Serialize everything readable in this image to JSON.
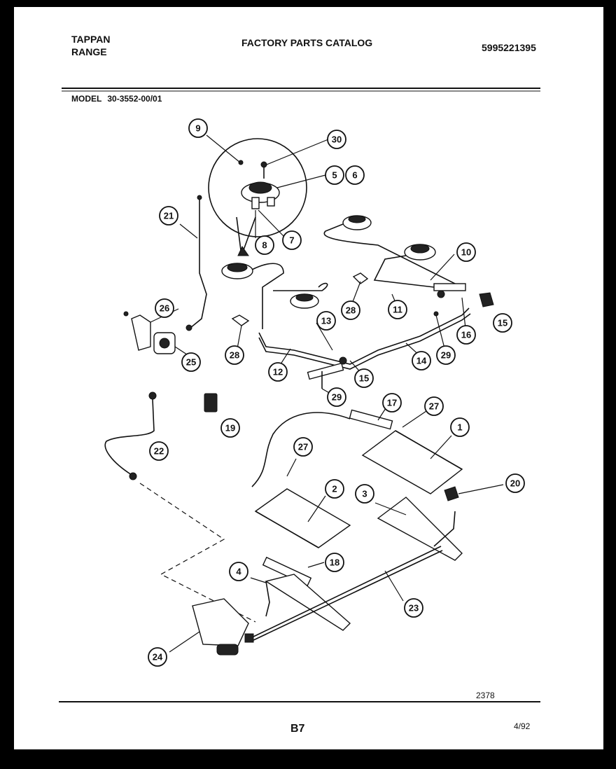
{
  "header": {
    "brand_line1": "TAPPAN",
    "brand_line2": "RANGE",
    "catalog_title": "FACTORY PARTS CATALOG",
    "catalog_number": "5995221395",
    "model_label": "MODEL",
    "model_value": "30-3552-00/01"
  },
  "footer": {
    "diagram_number": "2378",
    "page_number": "B7",
    "date": "4/92"
  },
  "callouts": [
    "9",
    "30",
    "5",
    "6",
    "7",
    "8",
    "21",
    "26",
    "25",
    "28",
    "10",
    "11",
    "15",
    "16",
    "13",
    "12",
    "14",
    "29",
    "28",
    "15",
    "29",
    "19",
    "22",
    "17",
    "27",
    "1",
    "27",
    "2",
    "3",
    "20",
    "18",
    "4",
    "23",
    "24"
  ]
}
